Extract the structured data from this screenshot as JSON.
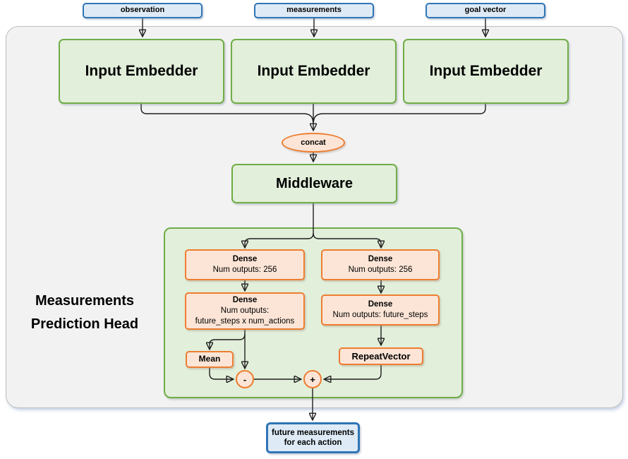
{
  "diagram": {
    "inputs": [
      {
        "label": "observation"
      },
      {
        "label": "measurements"
      },
      {
        "label": "goal vector"
      }
    ],
    "embedders": [
      {
        "label": "Input Embedder"
      },
      {
        "label": "Input Embedder"
      },
      {
        "label": "Input Embedder"
      }
    ],
    "concat": {
      "label": "concat"
    },
    "middleware": {
      "label": "Middleware"
    },
    "head": {
      "title": "Measurements Prediction Head",
      "left": {
        "dense1_title": "Dense",
        "dense1_sub": "Num outputs: 256",
        "dense2_title": "Dense",
        "dense2_sub1": "Num outputs:",
        "dense2_sub2": "future_steps x num_actions",
        "mean": "Mean",
        "minus": "-"
      },
      "right": {
        "dense1_title": "Dense",
        "dense1_sub": "Num outputs: 256",
        "dense2_title": "Dense",
        "dense2_sub": "Num outputs: future_steps",
        "repeat": "RepeatVector",
        "plus": "+"
      }
    },
    "output": {
      "label_line1": "future measurements",
      "label_line2": "for each action"
    },
    "colors": {
      "blue_border": "#2E75B6",
      "blue_fill": "#DEEBF7",
      "green_border": "#70AD47",
      "green_fill": "#E2EFDA",
      "orange_border": "#ED7D31",
      "orange_fill": "#FCE5D6",
      "gray_fill": "#F2F2F2",
      "gray_border": "#BFBFBF",
      "line": "#1F1F1F"
    }
  }
}
